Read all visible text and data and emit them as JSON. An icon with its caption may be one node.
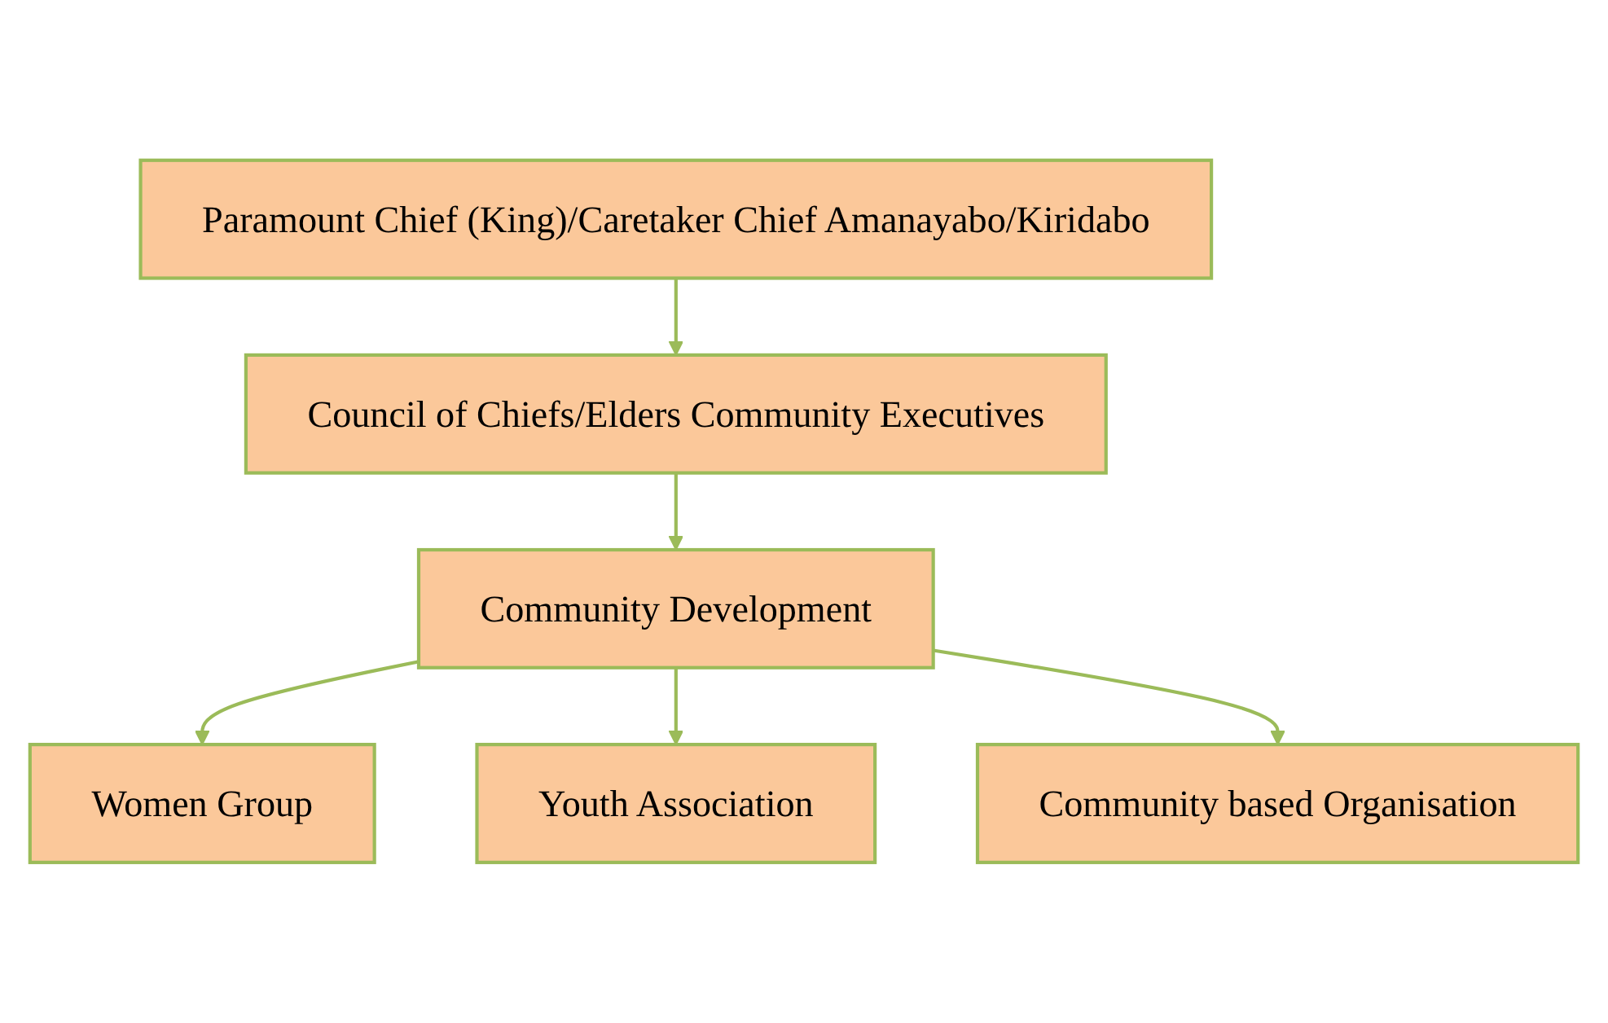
{
  "diagram": {
    "nodes": [
      {
        "text": [
          "Paramount Chief (King)/Caretaker Chief Amanayabo/Kiridabo"
        ]
      },
      {
        "text": [
          "Council of Chiefs/Elders Community Executives"
        ]
      },
      {
        "text": [
          "Community Development"
        ]
      },
      {
        "text": [
          "Women Group"
        ]
      },
      {
        "text": [
          "Youth Association"
        ]
      },
      {
        "text": [
          "Community based Organisation"
        ]
      }
    ],
    "edges": [
      {
        "from": 0,
        "to": 1,
        "arrow": "to"
      },
      {
        "from": 1,
        "to": 2,
        "arrow": "to"
      },
      {
        "from": 2,
        "to": 3,
        "arrow": "to"
      },
      {
        "from": 2,
        "to": 4,
        "arrow": "to"
      },
      {
        "from": 2,
        "to": 5,
        "arrow": "to"
      }
    ]
  }
}
